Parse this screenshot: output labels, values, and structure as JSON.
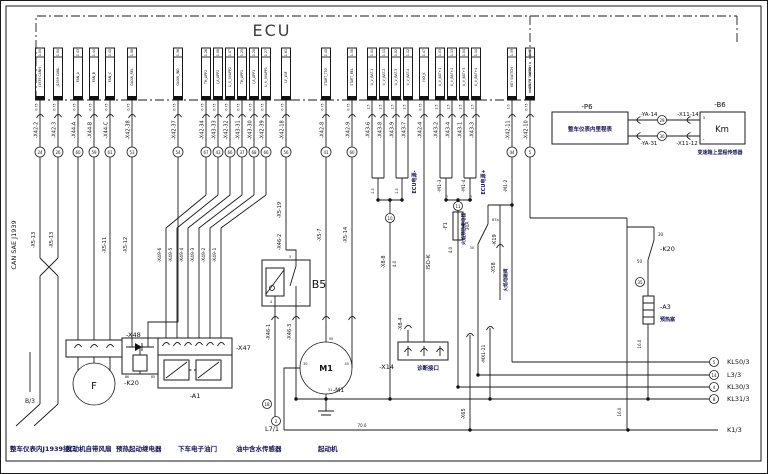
{
  "ecu_label": "ECU",
  "pins": [
    {
      "num": "1.05",
      "signal": "J1939 CANH",
      "size": "0.75",
      "wire": "-X42-2",
      "circ": "24"
    },
    {
      "num": "1.04",
      "signal": "J1939 CANL",
      "size": "0.75",
      "wire": "-X42-3",
      "circ": "26"
    },
    {
      "num": "1.43",
      "signal": "FAN_A",
      "size": "0.75",
      "wire": "-X44-A",
      "circ": "60"
    },
    {
      "num": "1.44",
      "signal": "FAN_B",
      "size": "0.75",
      "wire": "-X44-B",
      "circ": "59"
    },
    {
      "num": "1.45",
      "signal": "FAN_C",
      "size": "0.75",
      "wire": "-X44-C",
      "circ": "61"
    },
    {
      "num": "1.06",
      "signal": "GLOW_REL",
      "size": "0.75",
      "wire": "-X42-38",
      "circ": "53"
    },
    {
      "num": "1.36",
      "signal": "GLOW_IND",
      "size": "0.75",
      "wire": "-X42-37",
      "circ": "54"
    },
    {
      "num": "1.26",
      "signal": "TH_APP2",
      "size": "0.75",
      "wire": "-X42-34",
      "circ": "67"
    },
    {
      "num": "1.08",
      "signal": "I_A_APP2",
      "size": "0.75",
      "wire": "-X43-33",
      "circ": "43"
    },
    {
      "num": "1.07",
      "signal": "U_V_5VAPP2",
      "size": "0.75",
      "wire": "-X42-32",
      "circ": "66"
    },
    {
      "num": "1.25",
      "signal": "TH_APP1",
      "size": "0.75",
      "wire": "-X43-31",
      "circ": "37"
    },
    {
      "num": "1.28",
      "signal": "I_A_APP1",
      "size": "0.75",
      "wire": "-X43-30",
      "circ": "68"
    },
    {
      "num": "1.27",
      "signal": "U_V_5VAPP1",
      "size": "0.75",
      "wire": "-X42-39",
      "circ": "66"
    },
    {
      "num": "1.61",
      "signal": "LF_WIF",
      "size": "0.75",
      "wire": "-X42-18",
      "circ": "56"
    },
    {
      "num": "1.40",
      "signal": "START_T50",
      "size": "0.75",
      "wire": "-X42-8",
      "circ": "41"
    },
    {
      "num": "1.58",
      "signal": "START_REL",
      "size": "0.75",
      "wire": "-X42-9",
      "circ": "60"
    },
    {
      "num": "1.01",
      "signal": "U_V_BAT-1",
      "size": "2.5",
      "wire": "-X43-6",
      "circ": ""
    },
    {
      "num": "1.11",
      "signal": "U_V_BAT-2",
      "size": "2.5",
      "wire": "-X43-8",
      "circ": ""
    },
    {
      "num": "1.02",
      "signal": "U_V_BAT-3",
      "size": "2.5",
      "wire": "-X43-9",
      "circ": ""
    },
    {
      "num": "1.12",
      "signal": "U_V_BAT-4",
      "size": "2.5",
      "wire": "-X43-7",
      "circ": ""
    },
    {
      "num": "1.47",
      "signal": "ISO_K",
      "size": "0.75",
      "wire": "-X42-4",
      "circ": ""
    },
    {
      "num": "1.03",
      "signal": "U_V_BAT+1",
      "size": "2.5",
      "wire": "-X43-2",
      "circ": ""
    },
    {
      "num": "1.13",
      "signal": "U_V_BAT+2",
      "size": "2.5",
      "wire": "-X43-4",
      "circ": ""
    },
    {
      "num": "1.04",
      "signal": "U_V_BAT+3",
      "size": "2.5",
      "wire": "-X43-1",
      "circ": ""
    },
    {
      "num": "1.14",
      "signal": "U_V_BAT+4",
      "size": "2.5",
      "wire": "-X43-3",
      "circ": ""
    },
    {
      "num": "1.39",
      "signal": "KEY SWITCH",
      "size": "1.0",
      "wire": "-X42-11",
      "circ": "44"
    },
    {
      "num": "1.48",
      "signal": "START SWITCH",
      "size": "0.75",
      "wire": "-X42-10",
      "circ": "5"
    }
  ],
  "mids": [
    "-X5-13",
    "-X5-13",
    "-X5-11",
    "-X5-12",
    "-X49-6",
    "-X49-5",
    "-X49-4",
    "-X49-3",
    "-X49-2",
    "-X49-1",
    "-X5-19",
    "-X46-2",
    "-X5-7",
    "-X5-14",
    "-X46-1",
    "-X46-3",
    "-X8-8",
    "-X8-4",
    "-M1-3",
    "-M1-4",
    "-M1-2",
    "-X58",
    "-X65",
    "-MX1-21",
    "ISO-K",
    "ECU电源-",
    "ECU电源+",
    "CAN SAE J1939",
    "火焰预热继电器",
    "火焰电磁阀"
  ],
  "pair_size": "2.5",
  "comp": {
    "x48": "-X48",
    "x47": "-X47",
    "a1": "-A1",
    "fan": "F",
    "k20l": {
      "ref": "-K20",
      "a": "86",
      "b": "85"
    },
    "b5": {
      "label": "B5",
      "t3": "3",
      "t4": "4",
      "tm": "-"
    },
    "m1": {
      "label": "M1",
      "ref": "-M1",
      "t50": "50",
      "t30": "30",
      "t45": "45",
      "t31": "31"
    },
    "x14": {
      "ref": "-X14",
      "caption": "诊断接口"
    },
    "f1": {
      "ref": "-F1",
      "rating": "30A",
      "size": "4.0"
    },
    "x88_size": "4.0",
    "k19": {
      "ref": "-K19",
      "t30": "30",
      "t87a": "87a"
    },
    "k20r": {
      "ref": "-K20",
      "t30": "30",
      "t50": "50",
      "circ": "35"
    },
    "a3": {
      "ref": "-A3",
      "caption": "预热塞"
    },
    "w16": "16.0",
    "w70": "70.0",
    "c10": "10",
    "c11": "11",
    "c18": "18",
    "c2": "2",
    "c29": "29",
    "c30": "30",
    "b3": "B/3",
    "l71": "L7/1",
    "p6": {
      "ref": "-P6",
      "text": "整车仪表内里程表"
    },
    "b6": {
      "ref": "-B6",
      "text": "Km",
      "caption": "变速箱上里程传感器",
      "t5": "5",
      "tm": "-"
    },
    "ya14": "-YA-14",
    "ya31": "-YA-31",
    "x1114": "-X11-14",
    "x1112": "-X11-12"
  },
  "buses": [
    {
      "circ": "5",
      "label": "KL50/3"
    },
    {
      "circ": "14",
      "label": "L3/3"
    },
    {
      "circ": "4",
      "label": "KL30/3"
    },
    {
      "circ": "8",
      "label": "KL31/3"
    },
    {
      "circ": "",
      "label": "K1/3"
    }
  ],
  "captions": [
    "整车仪表内J1939接口",
    "发动机自带风扇",
    "预热起动继电器",
    "下车电子油门",
    "油中含水传感器",
    "起动机"
  ]
}
